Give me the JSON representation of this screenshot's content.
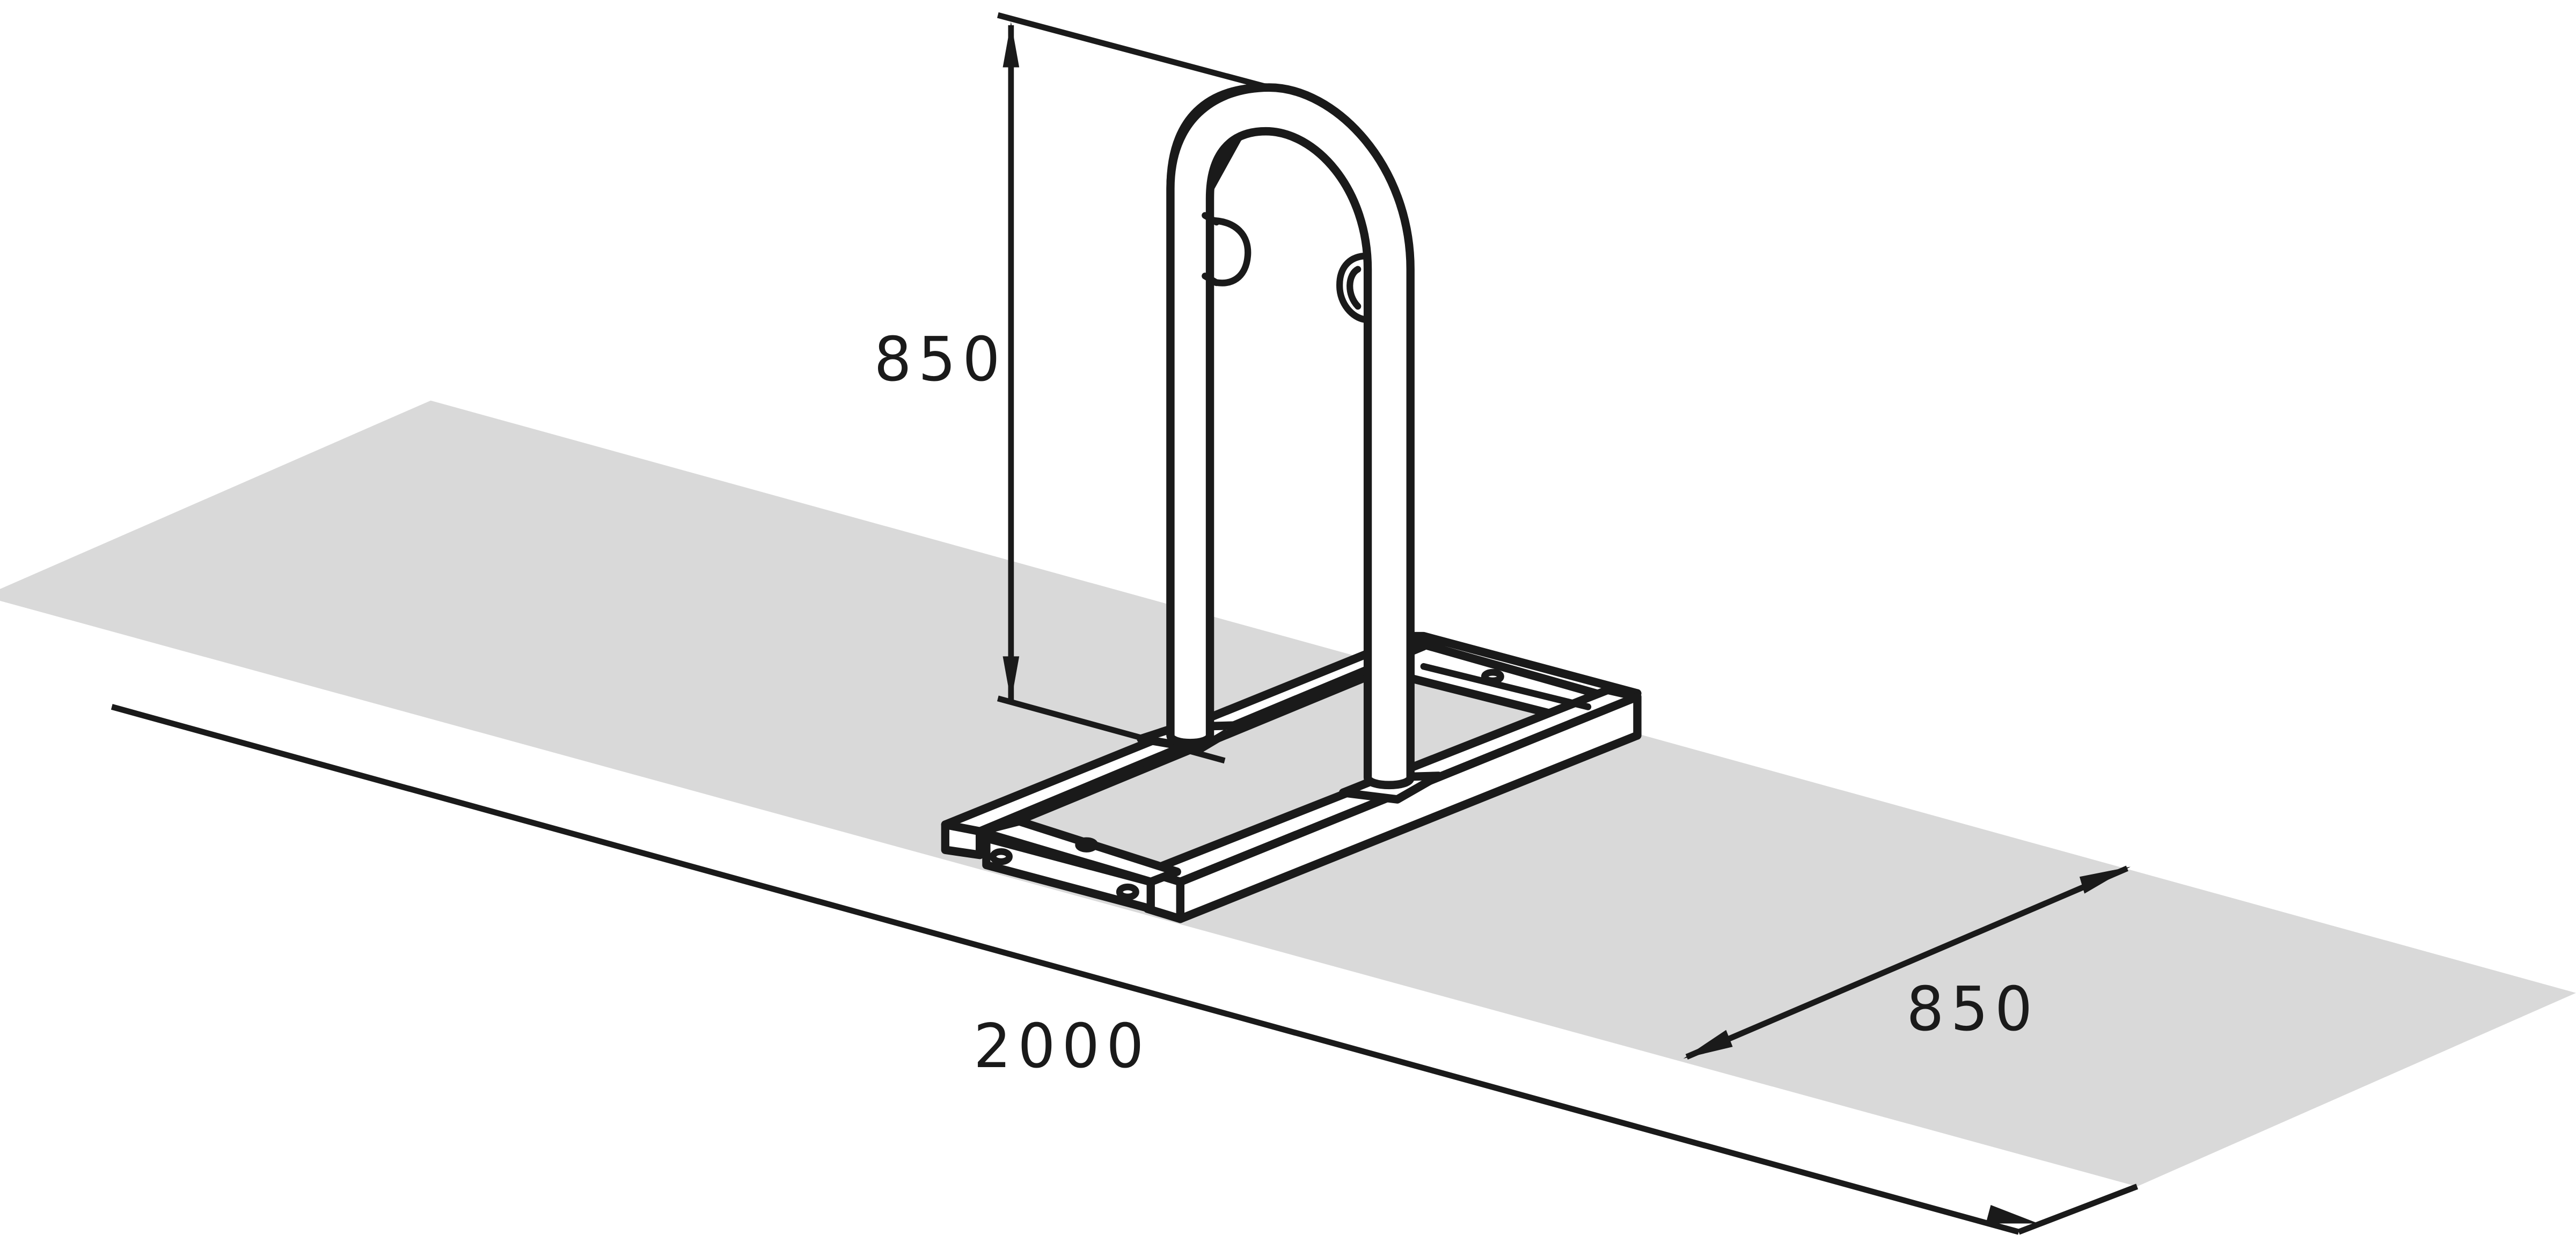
{
  "drawing": {
    "dimensions": {
      "height_label": "850",
      "length_label": "2000",
      "width_label": "850"
    },
    "colors": {
      "line": "#1a1a1a",
      "ground": "#d9d9d9",
      "background": "#ffffff"
    }
  }
}
